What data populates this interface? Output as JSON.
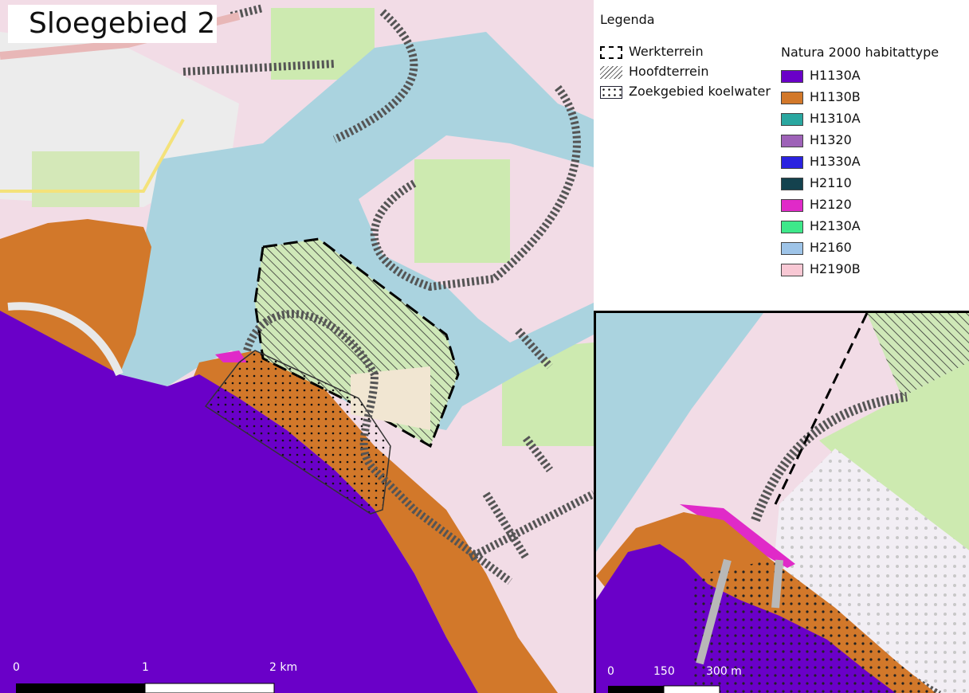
{
  "title": "Sloegebied 2",
  "legend": {
    "title": "Legenda",
    "site_items": [
      {
        "label": "Werkterrein",
        "icon": "dashed-outline-icon"
      },
      {
        "label": "Hoofdterrein",
        "icon": "hatch-icon"
      },
      {
        "label": "Zoekgebied koelwater",
        "icon": "dotted-box-icon"
      }
    ],
    "habitat_title": "Natura 2000 habitattype",
    "habitats": [
      {
        "label": "H1130A",
        "color": "#6a00c8"
      },
      {
        "label": "H1130B",
        "color": "#d2782a"
      },
      {
        "label": "H1310A",
        "color": "#2aa7a0"
      },
      {
        "label": "H1320",
        "color": "#9e62b8"
      },
      {
        "label": "H1330A",
        "color": "#2a22e0"
      },
      {
        "label": "H2110",
        "color": "#14424e"
      },
      {
        "label": "H2120",
        "color": "#e02ac8"
      },
      {
        "label": "H2130A",
        "color": "#3ee88a"
      },
      {
        "label": "H2160",
        "color": "#9ec4e8"
      },
      {
        "label": "H2190B",
        "color": "#f8c8d4"
      }
    ]
  },
  "main_scale": {
    "labels": [
      "0",
      "1",
      "2 km"
    ]
  },
  "inset_scale": {
    "labels": [
      "0",
      "150",
      "300 m"
    ]
  }
}
